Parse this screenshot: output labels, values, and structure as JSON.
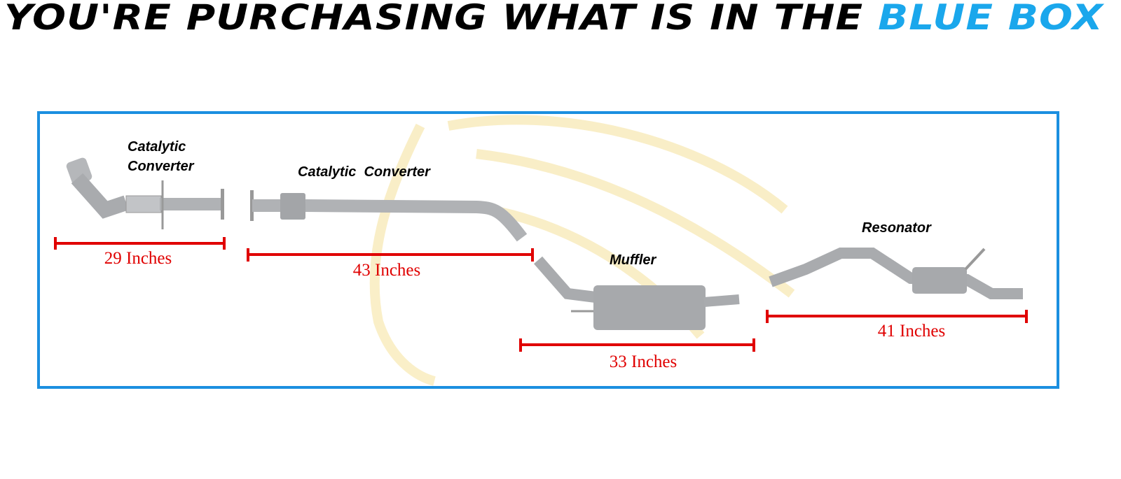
{
  "header": {
    "title_main": "YOU'RE PURCHASING WHAT IS IN THE ",
    "title_highlight": "BLUE BOX"
  },
  "colors": {
    "accent": "#1aa7ec",
    "box_border": "#1b8fe0",
    "dimension": "#e00000",
    "pipe": "#a9abae"
  },
  "parts": [
    {
      "label_line1": "Catalytic",
      "label_line2": "Converter",
      "length": "29 Inches"
    },
    {
      "label": "Catalytic  Converter",
      "length": "43 Inches"
    },
    {
      "label": "Muffler",
      "length": "33 Inches"
    },
    {
      "label": "Resonator",
      "length": "41 Inches"
    }
  ]
}
